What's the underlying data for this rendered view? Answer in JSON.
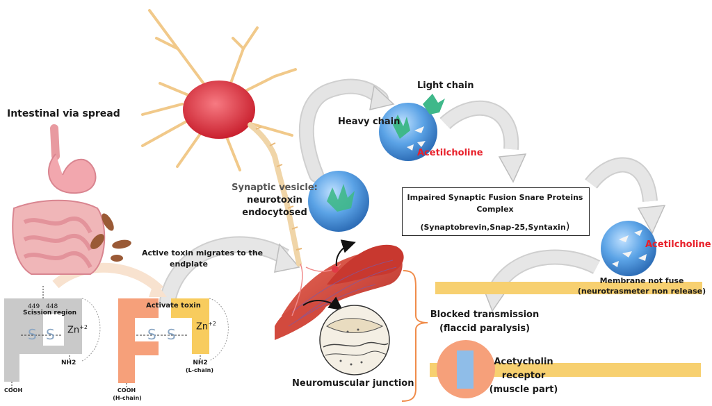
{
  "labels": {
    "intestinal": "Intestinal via spread",
    "light_chain": "Light chain",
    "heavy_chain": "Heavy chain",
    "acetilcholine_top": "Acetilcholine",
    "acetilcholine_right": "Acetilcholine",
    "vesicle_line1": "Synaptic vesicle:",
    "vesicle_line2": "neurotoxin",
    "vesicle_line3": "endocytosed",
    "snare_line1": "Impaired Synaptic Fusion Snare Proteins",
    "snare_line2": "Complex",
    "snare_line3": "(Synaptobrevin,Snap-25,Syntaxin",
    "snare_paren": ")",
    "migrates_line1": "Active toxin migrates to the",
    "migrates_line2": "endplate",
    "membrane_line1": "Membrane not fuse",
    "membrane_line2": "(neurotrasmeter non release)",
    "blocked_line1": "Blocked transmission",
    "blocked_line2": "(flaccid paralysis)",
    "receptor_line1": "Acetycholin",
    "receptor_line2": "receptor",
    "receptor_line3": "(muscle part)",
    "nmj": "Neuromuscular junction",
    "num449": "449",
    "num448": "448",
    "scission": "Scission region",
    "ss_left_1": "S",
    "ss_left_2": "S",
    "zn_left": "Zn",
    "zn_left_sup": "+2",
    "nh2_left": "NH2",
    "cooh_left": "COOH",
    "activate_toxin": "Activate toxin",
    "ss_right_1": "S",
    "ss_right_2": "S",
    "zn_right": "Zn",
    "zn_right_sup": "+2",
    "nh2_right": "NH2",
    "l_chain": "(L-chain)",
    "cooh_right": "COOH",
    "h_chain": "(H-chain)"
  },
  "colors": {
    "arrow_gray": "#d4d4d4",
    "vesicle_blue": "#4a90d9",
    "toxin_green": "#3fb88a",
    "membrane_yellow": "#f7d070",
    "toxin_orange": "#f6a07a",
    "toxin_yellow": "#f8cc5e",
    "neuron_red": "#e03a46",
    "muscle_red": "#d8453c",
    "label_red": "#e8202a"
  }
}
